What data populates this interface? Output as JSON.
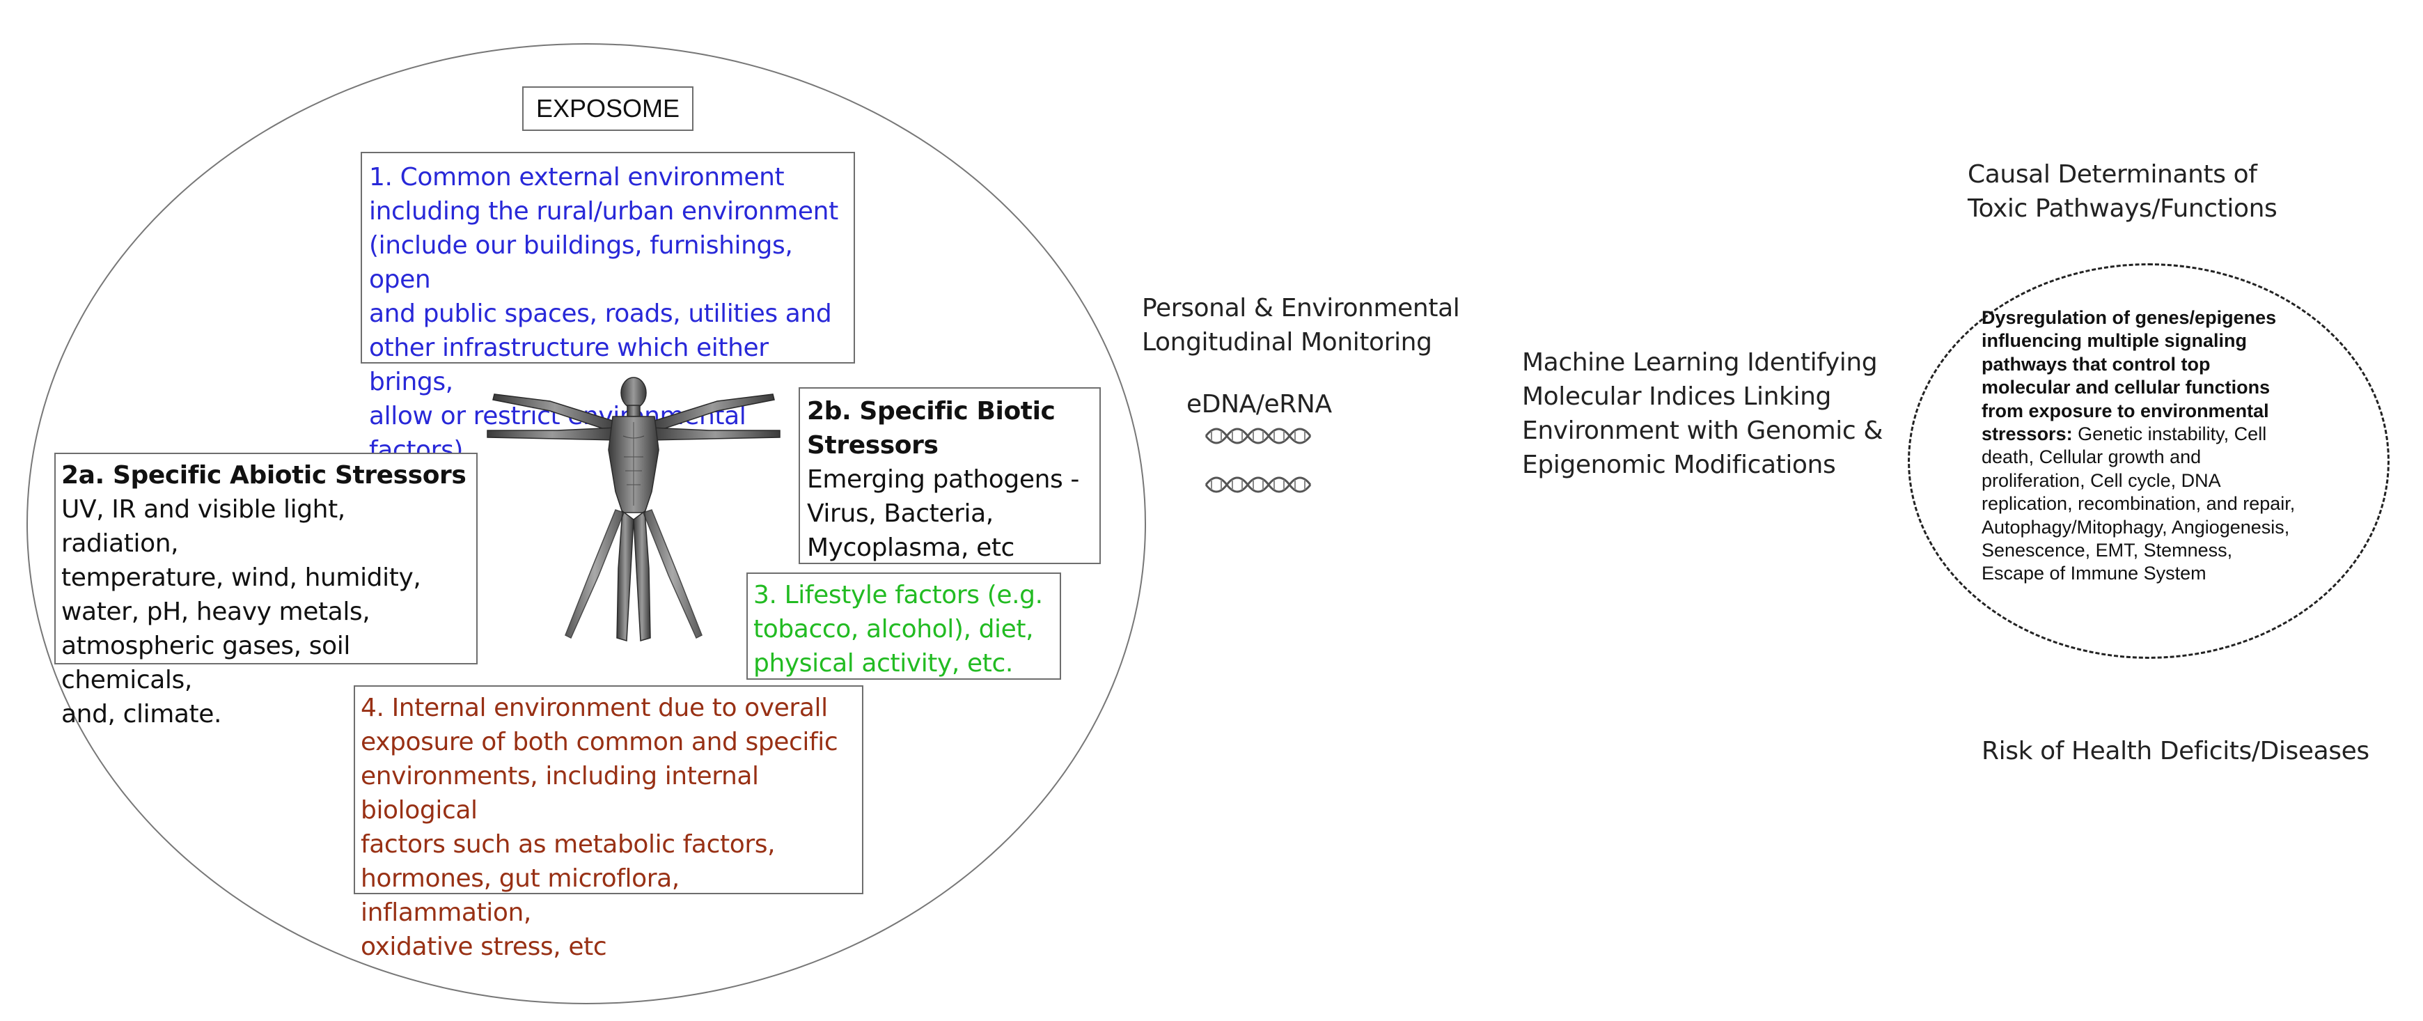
{
  "exposome": {
    "title": "EXPOSOME",
    "common_external": [
      "1. Common external environment",
      "including the rural/urban environment",
      "(include our buildings, furnishings, open",
      "and public spaces, roads, utilities and",
      "other infrastructure which either brings,",
      "allow or restrict environmental factors)"
    ],
    "abiotic": {
      "heading": "2a. Specific Abiotic Stressors",
      "lines": [
        "UV, IR and visible light, radiation,",
        "temperature, wind, humidity,",
        "water, pH, heavy metals,",
        "atmospheric gases, soil chemicals,",
        "and, climate."
      ]
    },
    "biotic": {
      "heading_lines": [
        "2b. Specific Biotic",
        "Stressors"
      ],
      "lines": [
        "Emerging pathogens -",
        "Virus, Bacteria,",
        "Mycoplasma, etc"
      ]
    },
    "lifestyle": [
      "3. Lifestyle factors (e.g.",
      "tobacco, alcohol), diet,",
      "physical activity, etc."
    ],
    "internal": [
      "4. Internal environment due to overall",
      "exposure of both common and specific",
      "environments, including internal biological",
      "factors such as metabolic factors,",
      "hormones, gut microflora, inflammation,",
      "oxidative stress, etc"
    ]
  },
  "monitoring": {
    "title_lines": [
      "Personal & Environmental",
      "Longitudinal Monitoring"
    ],
    "edna_label": "eDNA/eRNA"
  },
  "machine_learning": {
    "title_lines": [
      "Machine Learning Identifying",
      "Molecular Indices Linking",
      "Environment with Genomic &",
      "Epigenomic Modifications"
    ]
  },
  "causal": {
    "title_lines": [
      "Causal Determinants of",
      "Toxic Pathways/Functions"
    ],
    "dysregulation_bold_lines": [
      "Dysregulation of genes/epigenes",
      "influencing multiple signaling",
      "pathways that control top",
      "molecular and cellular functions",
      "from exposure to environmental"
    ],
    "dysregulation_bold_tail": "stressors:",
    "dysregulation_first_line_rest": " Genetic instability, Cell",
    "dysregulation_lines": [
      "death, Cellular growth and",
      "proliferation, Cell cycle, DNA",
      "replication, recombination, and repair,",
      "Autophagy/Mitophagy, Angiogenesis,",
      "Senescence, EMT, Stemness,",
      "Escape of Immune System"
    ]
  },
  "risk": {
    "title": "Risk of Health Deficits/Diseases"
  },
  "colors": {
    "common_external": "#2828d8",
    "lifestyle": "#22bb22",
    "internal": "#983014",
    "border": "#6e6e6e"
  }
}
